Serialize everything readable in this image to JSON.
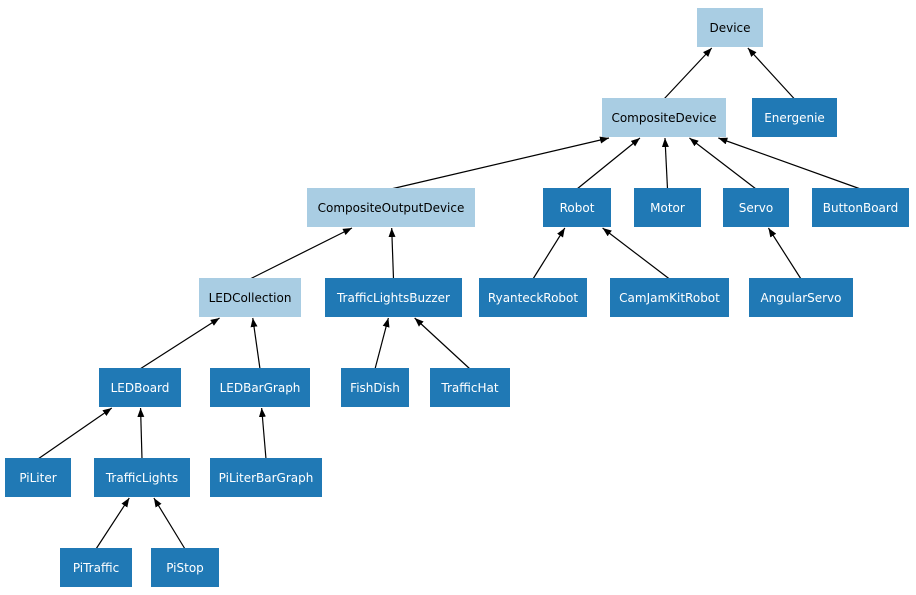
{
  "diagram": {
    "type": "class-inheritance",
    "colors": {
      "background": "#ffffff",
      "abstract_fill": "#a9cde3",
      "abstract_text": "#000000",
      "concrete_fill": "#2079b5",
      "concrete_text": "#ffffff",
      "edge": "#000000"
    },
    "labels": {
      "Device": "Device",
      "CompositeDevice": "CompositeDevice",
      "Energenie": "Energenie",
      "CompositeOutputDevice": "CompositeOutputDevice",
      "Robot": "Robot",
      "Motor": "Motor",
      "Servo": "Servo",
      "ButtonBoard": "ButtonBoard",
      "LEDCollection": "LEDCollection",
      "TrafficLightsBuzzer": "TrafficLightsBuzzer",
      "RyanteckRobot": "RyanteckRobot",
      "CamJamKitRobot": "CamJamKitRobot",
      "AngularServo": "AngularServo",
      "LEDBoard": "LEDBoard",
      "LEDBarGraph": "LEDBarGraph",
      "FishDish": "FishDish",
      "TrafficHat": "TrafficHat",
      "PiLiter": "PiLiter",
      "TrafficLights": "TrafficLights",
      "PiLiterBarGraph": "PiLiterBarGraph",
      "PiTraffic": "PiTraffic",
      "PiStop": "PiStop"
    },
    "edges": [
      {
        "from": "CompositeDevice",
        "to": "Device"
      },
      {
        "from": "Energenie",
        "to": "Device"
      },
      {
        "from": "CompositeOutputDevice",
        "to": "CompositeDevice"
      },
      {
        "from": "Robot",
        "to": "CompositeDevice"
      },
      {
        "from": "Motor",
        "to": "CompositeDevice"
      },
      {
        "from": "Servo",
        "to": "CompositeDevice"
      },
      {
        "from": "ButtonBoard",
        "to": "CompositeDevice"
      },
      {
        "from": "LEDCollection",
        "to": "CompositeOutputDevice"
      },
      {
        "from": "TrafficLightsBuzzer",
        "to": "CompositeOutputDevice"
      },
      {
        "from": "RyanteckRobot",
        "to": "Robot"
      },
      {
        "from": "CamJamKitRobot",
        "to": "Robot"
      },
      {
        "from": "AngularServo",
        "to": "Servo"
      },
      {
        "from": "LEDBoard",
        "to": "LEDCollection"
      },
      {
        "from": "LEDBarGraph",
        "to": "LEDCollection"
      },
      {
        "from": "FishDish",
        "to": "TrafficLightsBuzzer"
      },
      {
        "from": "TrafficHat",
        "to": "TrafficLightsBuzzer"
      },
      {
        "from": "PiLiter",
        "to": "LEDBoard"
      },
      {
        "from": "TrafficLights",
        "to": "LEDBoard"
      },
      {
        "from": "PiLiterBarGraph",
        "to": "LEDBarGraph"
      },
      {
        "from": "PiTraffic",
        "to": "TrafficLights"
      },
      {
        "from": "PiStop",
        "to": "TrafficLights"
      }
    ]
  }
}
